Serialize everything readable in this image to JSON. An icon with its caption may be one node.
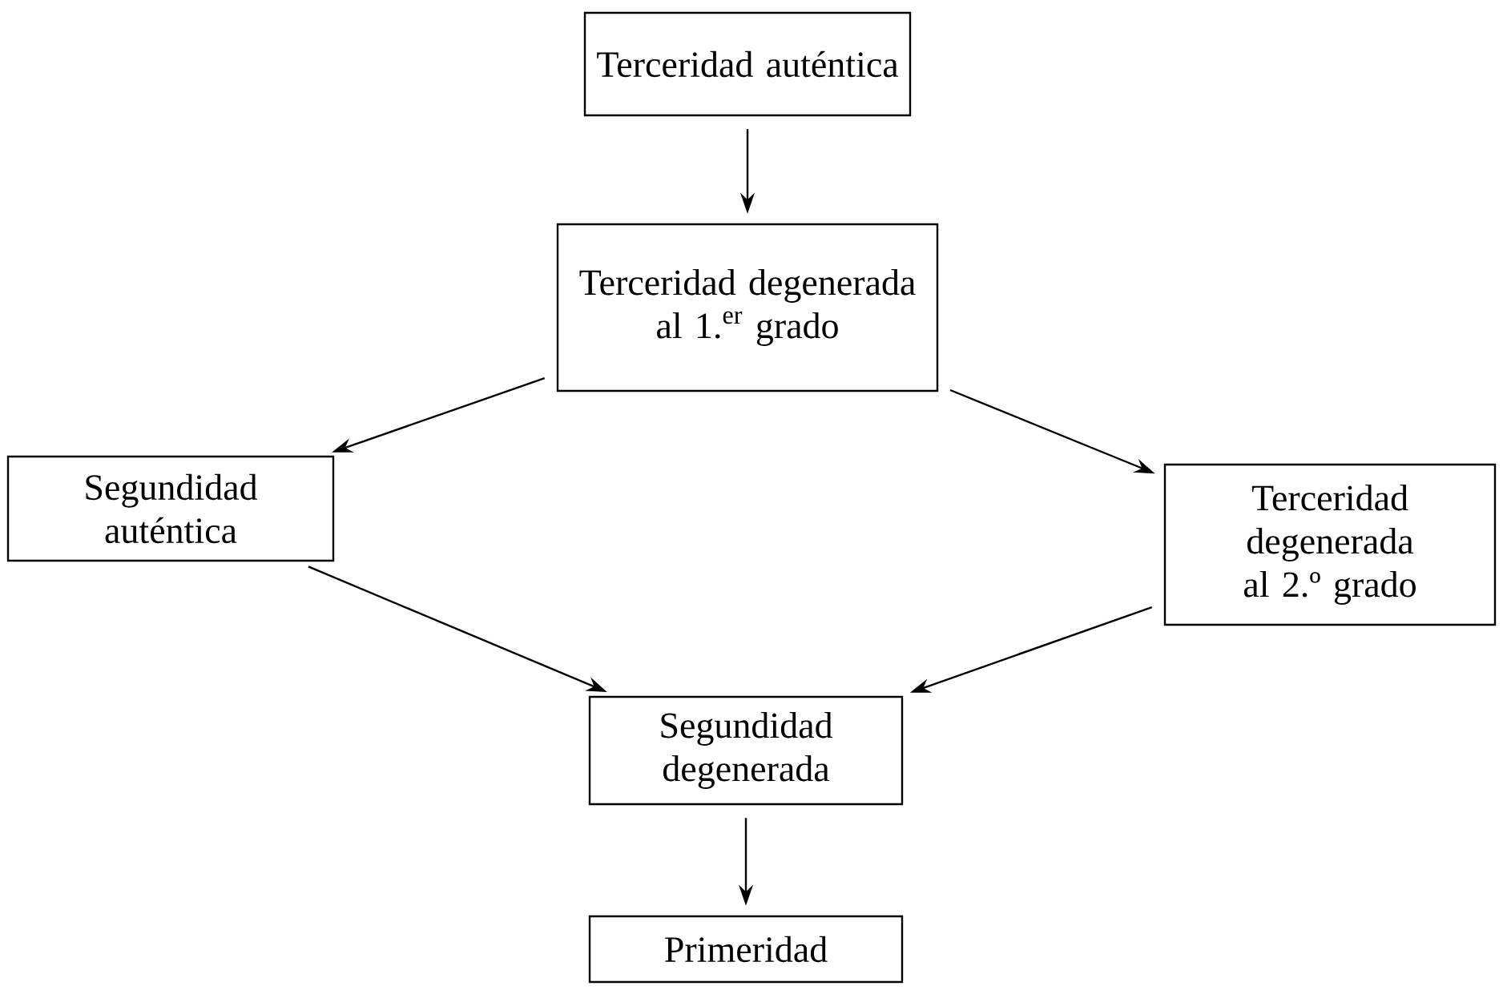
{
  "diagram": {
    "nodes": [
      {
        "text": [
          "Terceridad auténtica"
        ]
      },
      {
        "text": [
          "Terceridad degenerada al 1.$^{er}$ grado"
        ]
      },
      {
        "text": [
          "Segundidad auténtica"
        ]
      },
      {
        "text": [
          "Terceridad degenerada al 2.º grado"
        ]
      },
      {
        "text": [
          "Segundidad degenerada"
        ]
      },
      {
        "text": [
          "Primeridad"
        ]
      }
    ],
    "edges": [
      {
        "from": 0,
        "to": 1,
        "arrow": "to"
      },
      {
        "from": 1,
        "to": 2,
        "arrow": "to"
      },
      {
        "from": 1,
        "to": 3,
        "arrow": "to"
      },
      {
        "from": 2,
        "to": 4,
        "arrow": "to"
      },
      {
        "from": 3,
        "to": 4,
        "arrow": "to"
      },
      {
        "from": 4,
        "to": 5,
        "arrow": "to"
      }
    ]
  }
}
